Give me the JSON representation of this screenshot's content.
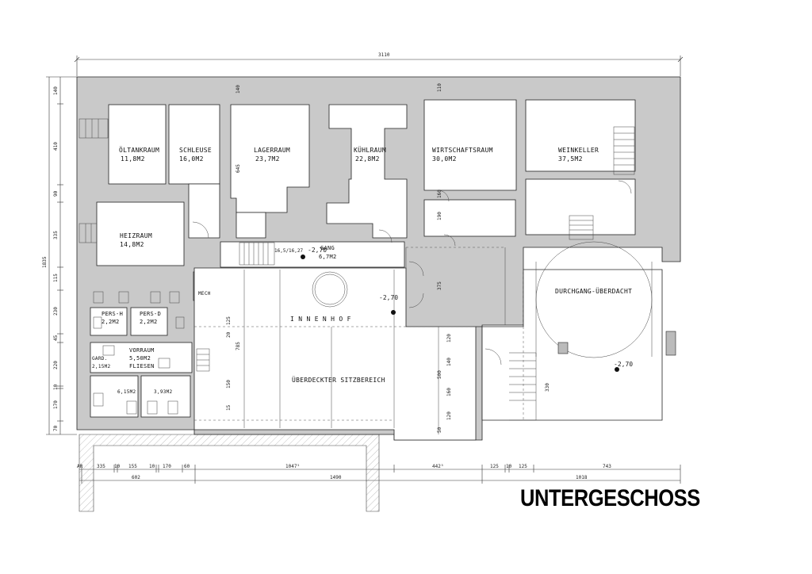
{
  "title": "UNTERGESCHOSS",
  "rooms": {
    "oeltankraum": {
      "name": "ÖLTANKRAUM",
      "area": "11,8M2"
    },
    "schleuse": {
      "name": "SCHLEUSE",
      "area": "16,0M2"
    },
    "lagerraum": {
      "name": "LAGERRAUM",
      "area": "23,7M2"
    },
    "kuehlraum": {
      "name": "KÜHLRAUM",
      "area": "22,8M2"
    },
    "wirtschaftsraum": {
      "name": "WIRTSCHAFTSRAUM",
      "area": "30,0M2"
    },
    "weinkeller": {
      "name": "WEINKELLER",
      "area": "37,5M2"
    },
    "heizraum": {
      "name": "HEIZRAUM",
      "area": "14,8M2"
    },
    "gang": {
      "name": "GANG",
      "area": "6,7M2"
    },
    "innenhof": {
      "name": "I N N E N H O F"
    },
    "sitzbereich": {
      "name": "ÜBERDECKTER SITZBEREICH"
    },
    "durchgang": {
      "name": "DURCHGANG-ÜBERDACHT"
    },
    "pers_h": {
      "name": "PERS-H",
      "area": "2,2M2"
    },
    "pers_d": {
      "name": "PERS-D",
      "area": "2,2M2"
    },
    "vorraum": {
      "name": "VORRAUM",
      "area": "5,50M2",
      "floor": "FLIESEN"
    },
    "garderobe": {
      "name": "GARD.",
      "area": "2,15M2"
    },
    "wc_h": {
      "area": "6,15M2"
    },
    "wc_d": {
      "area": "3,93M2"
    },
    "mech": {
      "name": "MECH"
    }
  },
  "levels": {
    "gang": "-2,70",
    "innenhof": "-2,70",
    "durchgang": "-2,70",
    "stair": "16,5/16,27"
  },
  "dimensions": {
    "top_total": "3110",
    "left_total": "1835",
    "left_segments": [
      "140",
      "410",
      "90",
      "335",
      "115",
      "230",
      "45",
      "220",
      "10",
      "170",
      "70"
    ],
    "bottom_segments": [
      "335",
      "10",
      "155",
      "10",
      "170",
      "60",
      "1047⁵",
      "442⁵",
      "125",
      "10",
      "125",
      "743"
    ],
    "bottom_totals": [
      "602",
      "1490",
      "1018"
    ],
    "inner": [
      "645",
      "140",
      "110",
      "160",
      "190",
      "375",
      "120",
      "500",
      "140",
      "160",
      "120",
      "50",
      "330",
      "785",
      "125",
      "20",
      "150",
      "15"
    ],
    "ar": "AR"
  }
}
